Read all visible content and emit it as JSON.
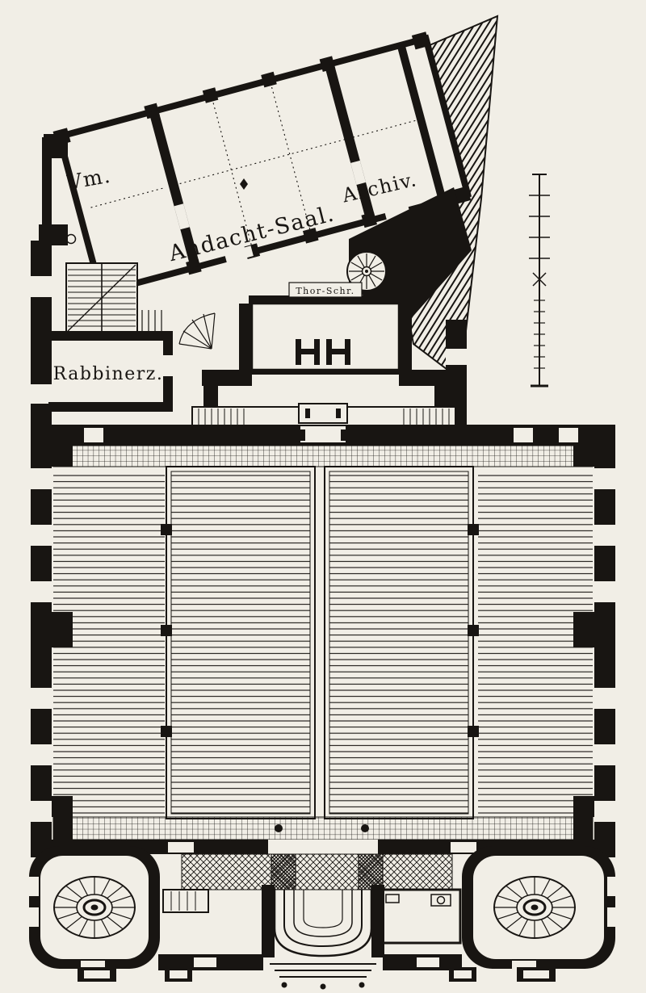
{
  "labels": {
    "vestibule_room": "Vm.",
    "prayer_hall": "Andacht-Saal.",
    "archive": "Archiv.",
    "rabbi_room": "Rabbinerz.",
    "torah_shrine": "Thor-Schr."
  },
  "colors": {
    "paper": "#f1eee6",
    "ink": "#181512"
  }
}
